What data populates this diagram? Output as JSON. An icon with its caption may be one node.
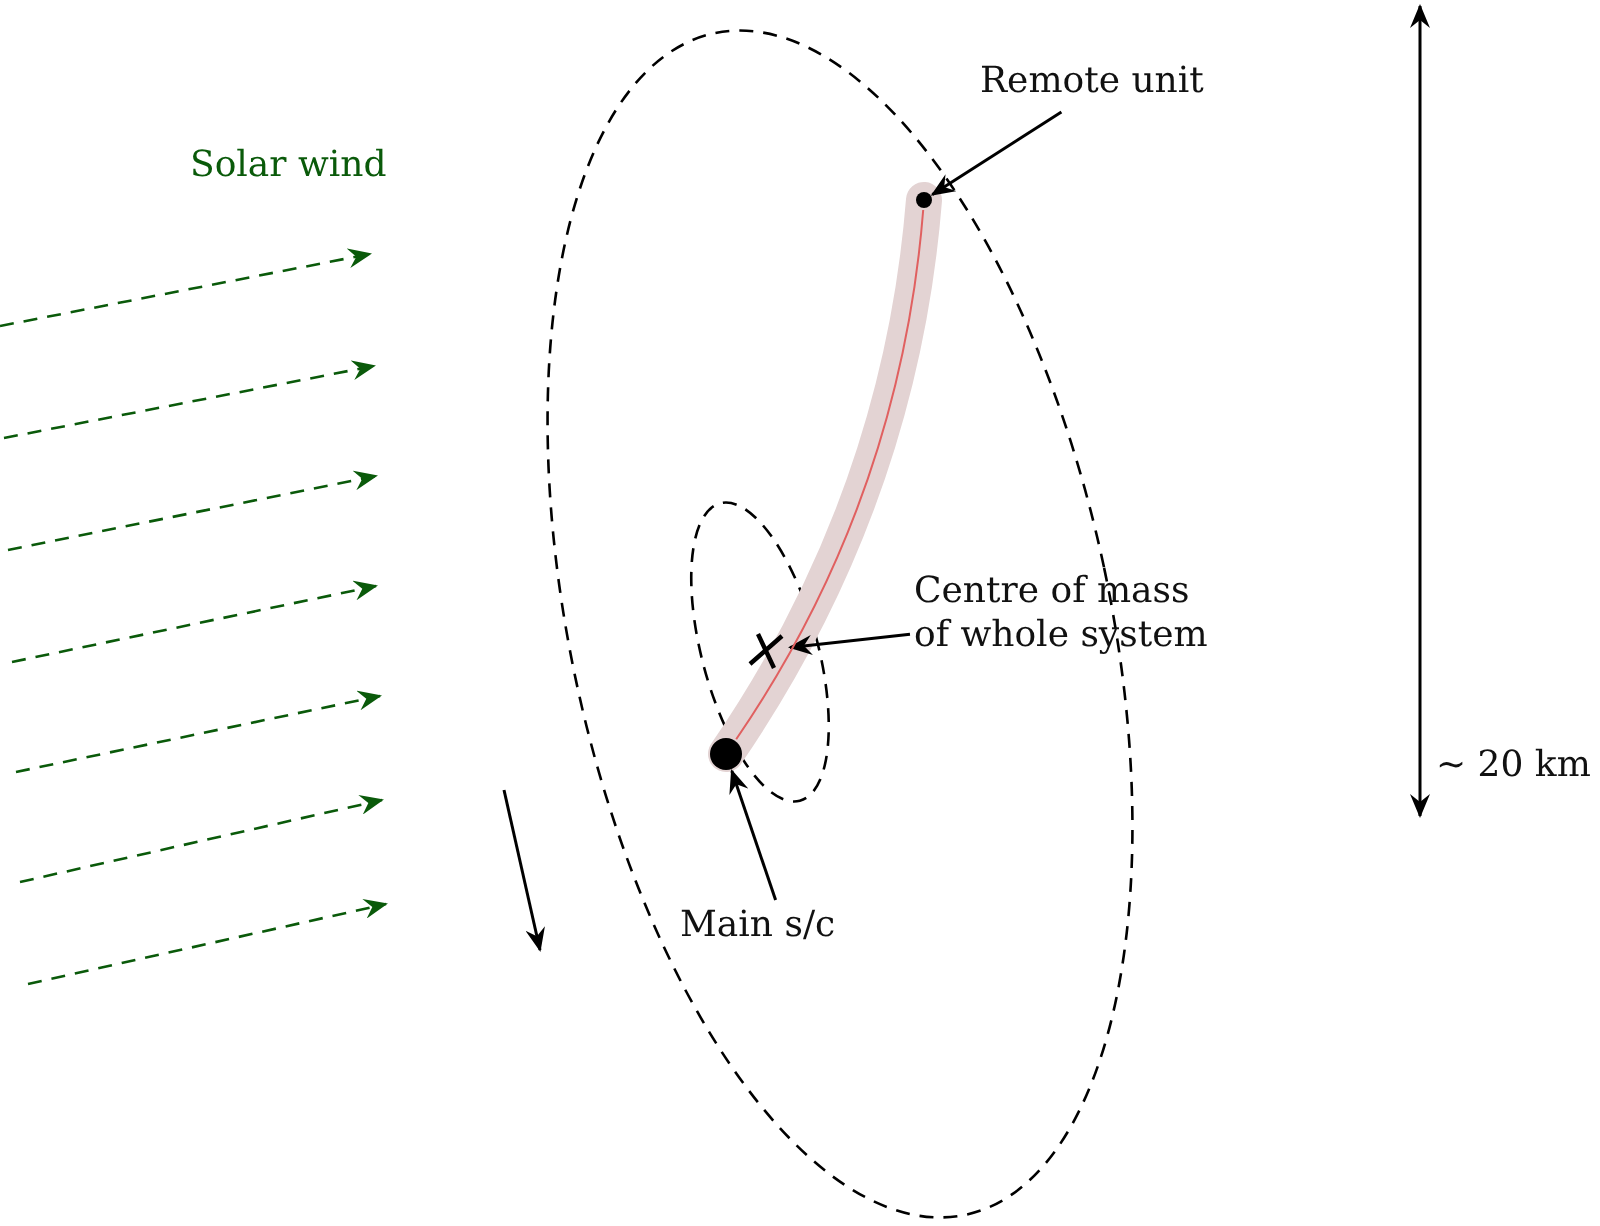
{
  "diagram": {
    "nodes": [
      {
        "text": [
          "Remote unit"
        ]
      },
      {
        "text": [],
        "shape": "circle"
      },
      {
        "text": [
          "Centre of mass of whole system"
        ]
      },
      {
        "text": [],
        "shape": "cross"
      },
      {
        "text": [],
        "shape": "circle"
      },
      {
        "text": [
          "Main s/c"
        ]
      }
    ],
    "edges": [
      {
        "from": 0,
        "to": 1,
        "arrow": "to"
      },
      {
        "from": 2,
        "to": 3,
        "arrow": "to"
      },
      {
        "from": 5,
        "to": 4,
        "arrow": "to"
      },
      {
        "from": 1,
        "to": 4,
        "arrow": "none",
        "color": "#e06060"
      }
    ],
    "labels": [
      "Solar wind",
      "∼ 20 km"
    ]
  }
}
